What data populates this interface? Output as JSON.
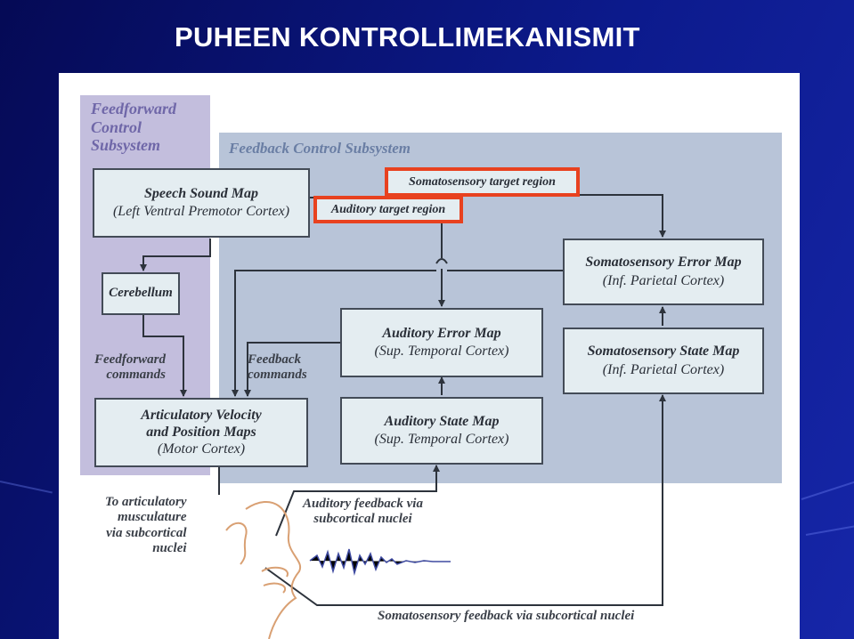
{
  "slide": {
    "title": "PUHEEN KONTROLLIMEKANISMIT"
  },
  "diagram": {
    "feedforward_subsystem": "Feedforward\nControl\nSubsystem",
    "feedback_subsystem": "Feedback Control Subsystem",
    "speech_sound_map": {
      "title": "Speech Sound Map",
      "subtitle": "(Left Ventral Premotor Cortex)"
    },
    "somatosensory_target": "Somatosensory target region",
    "auditory_target": "Auditory target region",
    "cerebellum": "Cerebellum",
    "somatosensory_error_map": {
      "title": "Somatosensory Error Map",
      "subtitle": "(Inf. Parietal Cortex)"
    },
    "auditory_error_map": {
      "title": "Auditory Error Map",
      "subtitle": "(Sup. Temporal Cortex)"
    },
    "somatosensory_state_map": {
      "title": "Somatosensory State Map",
      "subtitle": "(Inf. Parietal Cortex)"
    },
    "feedforward_commands": "Feedforward\ncommands",
    "feedback_commands": "Feedback\ncommands",
    "articulatory_maps": {
      "title": "Articulatory Velocity\nand Position Maps",
      "subtitle": "(Motor Cortex)"
    },
    "auditory_state_map": {
      "title": "Auditory State Map",
      "subtitle": "(Sup. Temporal Cortex)"
    },
    "to_musculature": "To articulatory\nmusculature\nvia subcortical\nnuclei",
    "auditory_feedback": "Auditory feedback via\nsubcortical nuclei",
    "somatosensory_feedback": "Somatosensory feedback via subcortical nuclei"
  },
  "colors": {
    "highlight_border": "#e8411f",
    "feedforward_region": "#c3bedd",
    "feedback_region": "#b8c4d8"
  }
}
